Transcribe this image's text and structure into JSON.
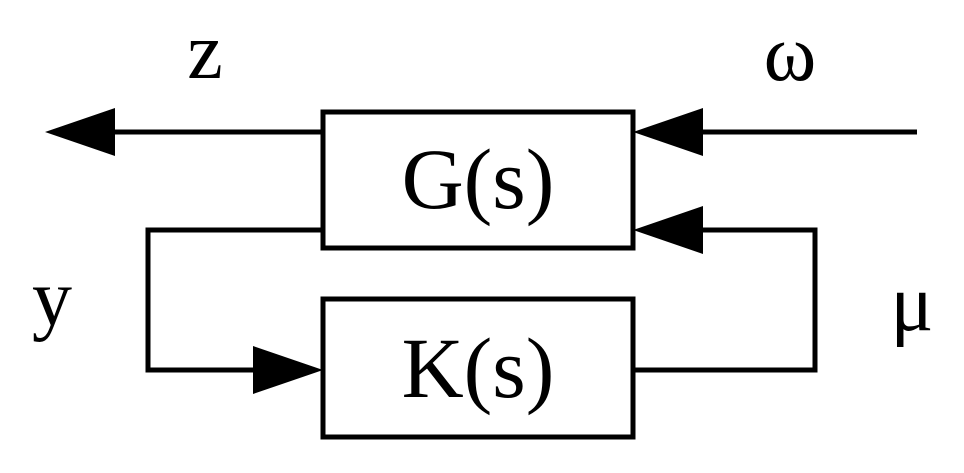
{
  "blocks": {
    "plant": {
      "label": "G(s)"
    },
    "controller": {
      "label": "K(s)"
    }
  },
  "signals": {
    "performance_output": "z",
    "disturbance_input": "ω",
    "measured_output": "y",
    "control_input": "μ"
  }
}
